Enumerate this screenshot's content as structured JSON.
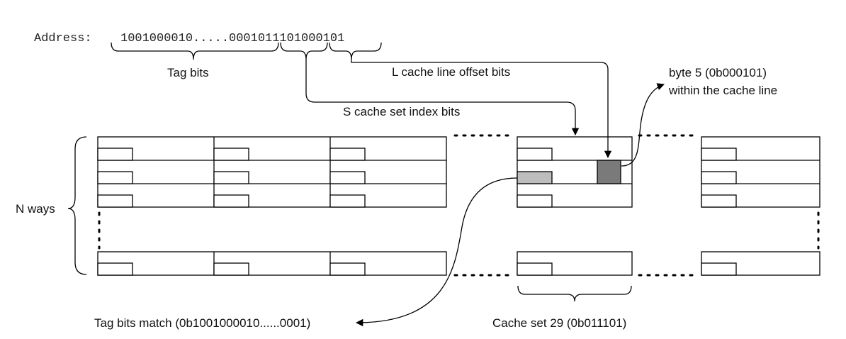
{
  "address": {
    "label": "Address:",
    "bits": "1001000010.....0001011101000101"
  },
  "labels": {
    "tag_bits": "Tag bits",
    "offset_bits": "L cache line offset bits",
    "index_bits": "S cache set index bits",
    "byte_line1": "byte 5 (0b000101)",
    "byte_line2": "within the cache line",
    "ways": "N ways",
    "tag_match": "Tag bits match (0b1001000010......0001)",
    "cache_set": "Cache set 29 (0b011101)"
  },
  "colors": {
    "matched_tag": "#bdbdbd",
    "selected_byte": "#7a7a7a"
  }
}
